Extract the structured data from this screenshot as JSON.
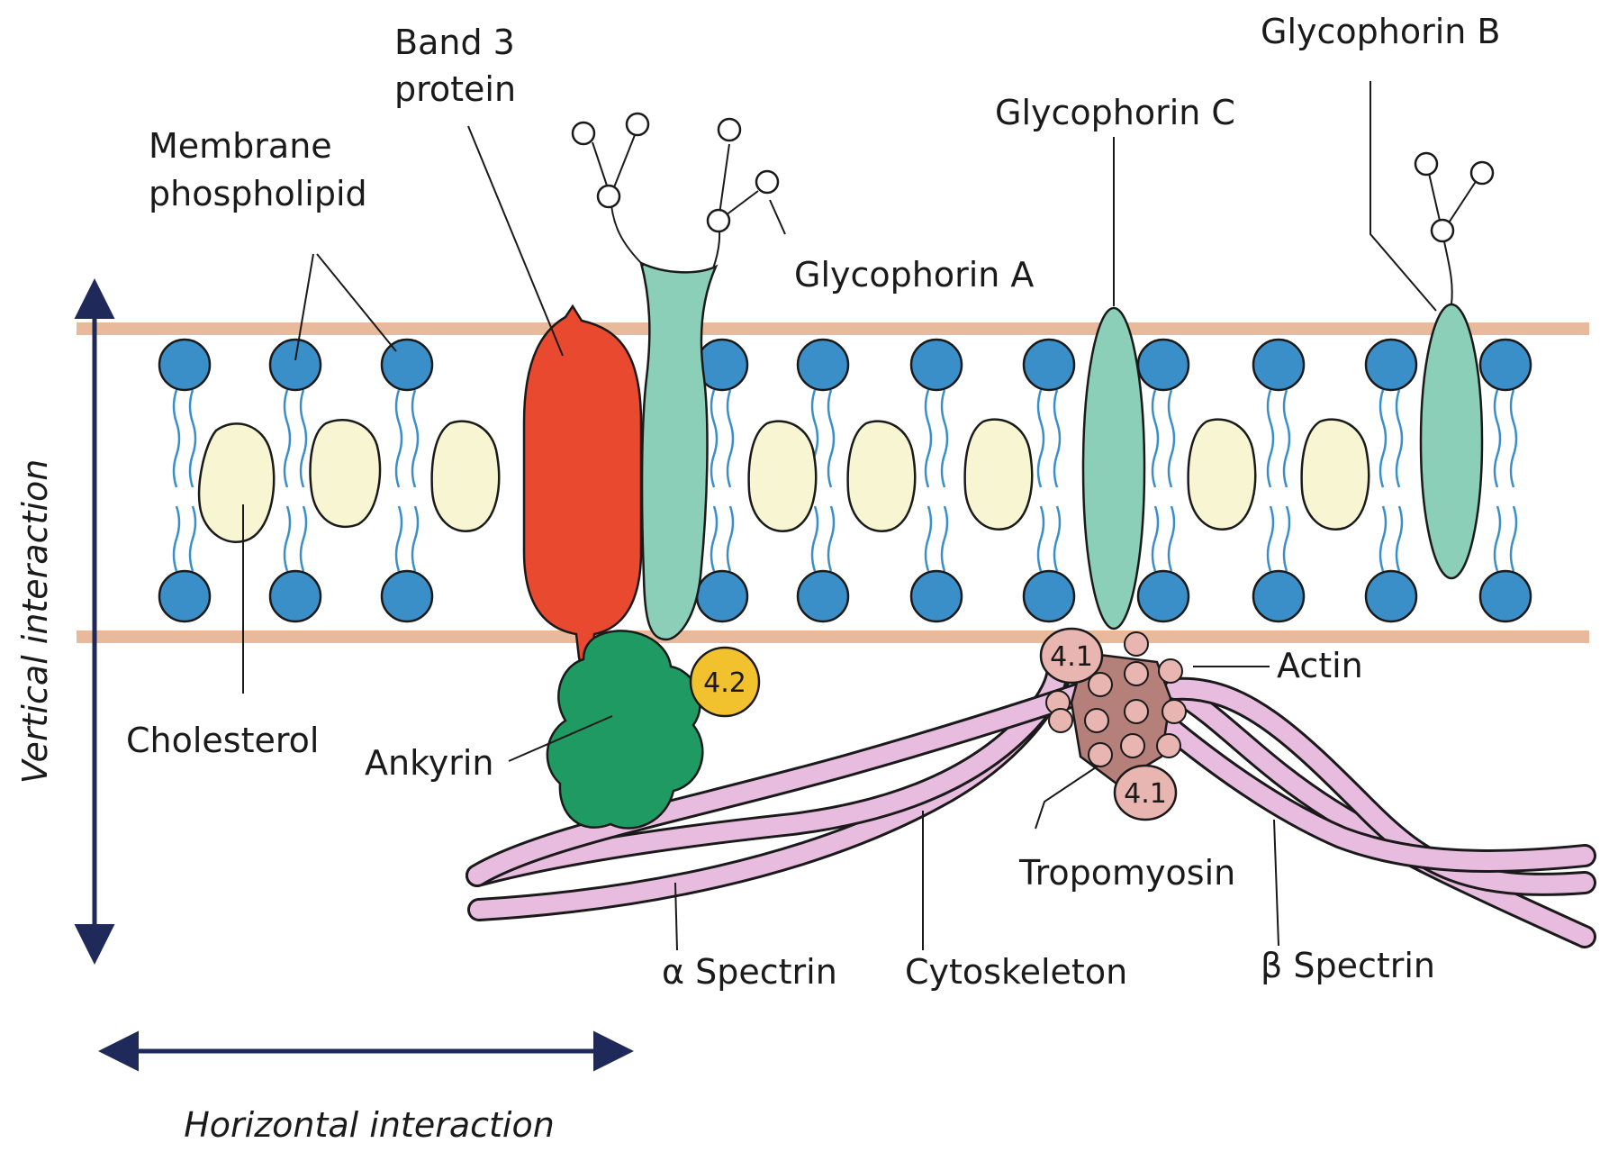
{
  "labels": {
    "band3": [
      "Band 3",
      "protein"
    ],
    "phospholipid": [
      "Membrane",
      "phospholipid"
    ],
    "glycophorin_a": "Glycophorin A",
    "glycophorin_b": "Glycophorin B",
    "glycophorin_c": "Glycophorin C",
    "cholesterol": "Cholesterol",
    "ankyrin": "Ankyrin",
    "actin": "Actin",
    "tropomyosin": "Tropomyosin",
    "alpha_spectrin": "α Spectrin",
    "cytoskeleton": "Cytoskeleton",
    "beta_spectrin": "β Spectrin",
    "vertical": "Vertical interaction",
    "horizontal": "Horizontal interaction",
    "protein_42": "4.2",
    "protein_41_top": "4.1",
    "protein_41_bottom": "4.1"
  },
  "colors": {
    "phospholipid_head": "#3b8fc9",
    "cholesterol": "#f8f6d2",
    "band3": "#e8492f",
    "glycophorin": "#8ccfb8",
    "ankyrin": "#1f9a63",
    "protein_42": "#f2c12e",
    "spectrin": "#e8bcdf",
    "actin": "#b57f7a",
    "bead": "#e9b5b0",
    "membrane_line": "#e8b99a",
    "arrow": "#1f2a5a"
  }
}
